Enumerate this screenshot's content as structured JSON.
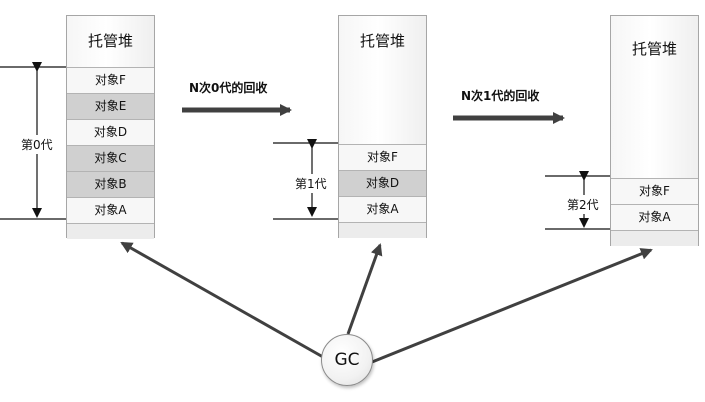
{
  "heap_title": "托管堆",
  "heaps": [
    {
      "generation_label": "第0代",
      "objects": [
        {
          "label": "对象F",
          "collected": false
        },
        {
          "label": "对象E",
          "collected": true
        },
        {
          "label": "对象D",
          "collected": false
        },
        {
          "label": "对象C",
          "collected": true
        },
        {
          "label": "对象B",
          "collected": true
        },
        {
          "label": "对象A",
          "collected": false
        }
      ]
    },
    {
      "generation_label": "第1代",
      "objects": [
        {
          "label": "对象F",
          "collected": false
        },
        {
          "label": "对象D",
          "collected": true
        },
        {
          "label": "对象A",
          "collected": false
        }
      ]
    },
    {
      "generation_label": "第2代",
      "objects": [
        {
          "label": "对象F",
          "collected": false
        },
        {
          "label": "对象A",
          "collected": false
        }
      ]
    }
  ],
  "steps": [
    "N次0代的回收",
    "N次1代的回收"
  ],
  "gc_label": "GC"
}
